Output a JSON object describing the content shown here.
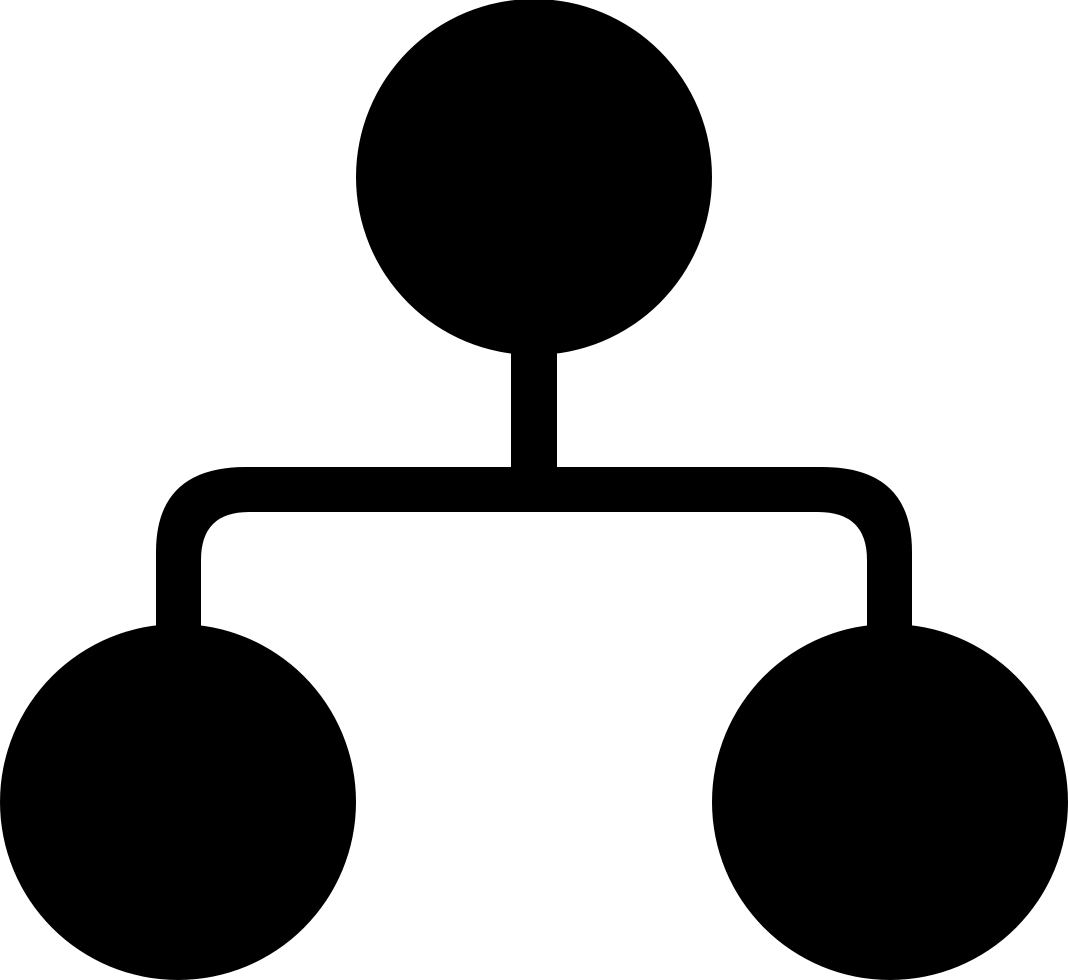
{
  "icon": {
    "name": "hierarchy-icon",
    "color": "#000000",
    "background": "#ffffff",
    "nodes": [
      "top",
      "bottom-left",
      "bottom-right"
    ]
  }
}
